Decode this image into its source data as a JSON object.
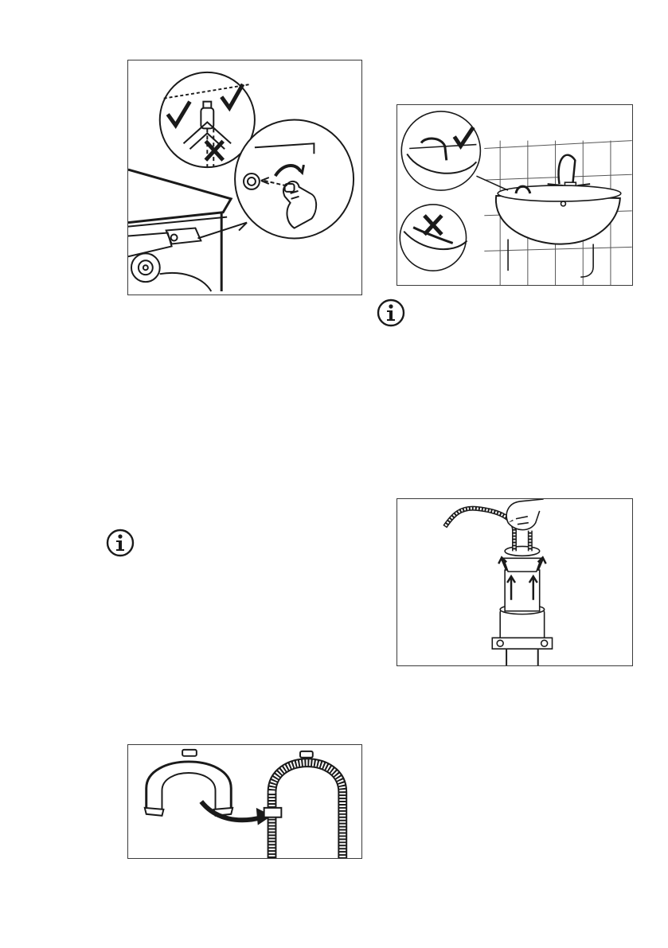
{
  "page": {
    "figures": [
      {
        "id": "tap-connection",
        "icons": [
          "check-mark-icon",
          "check-mark-icon",
          "cross-mark-icon",
          "hand-icon",
          "curved-arrow-icon"
        ]
      },
      {
        "id": "sink-drain",
        "icons": [
          "check-mark-icon",
          "cross-mark-icon",
          "faucet-icon"
        ]
      },
      {
        "id": "standpipe-drain",
        "icons": [
          "hand-icon",
          "arrow-up-icon"
        ]
      },
      {
        "id": "hose-guide",
        "icons": [
          "curved-arrow-icon"
        ]
      }
    ],
    "info_icons": [
      "info-icon",
      "info-icon"
    ],
    "colors": {
      "line": "#1a1a1a",
      "frame": "#3a3a3a",
      "background": "#ffffff"
    }
  }
}
